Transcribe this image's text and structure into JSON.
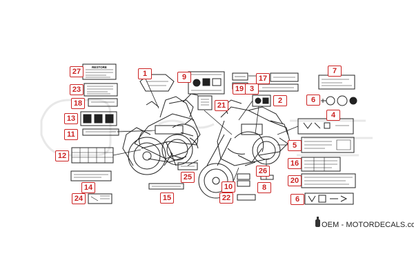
{
  "diagram": {
    "callouts": [
      "1",
      "2",
      "3",
      "4",
      "5",
      "6",
      "7",
      "8",
      "9",
      "10",
      "11",
      "12",
      "13",
      "14",
      "15",
      "16",
      "17",
      "18",
      "19",
      "20",
      "21",
      "22",
      "23",
      "24",
      "25",
      "26",
      "27"
    ],
    "label_27_text": "RESTORE"
  },
  "watermark": {
    "text": "OEM - MOTORDECALS.com",
    "icon": "bottle-icon"
  },
  "colors": {
    "callout": "#cc2222",
    "line": "#222222",
    "watermark_gray": "#e6e6e6"
  }
}
